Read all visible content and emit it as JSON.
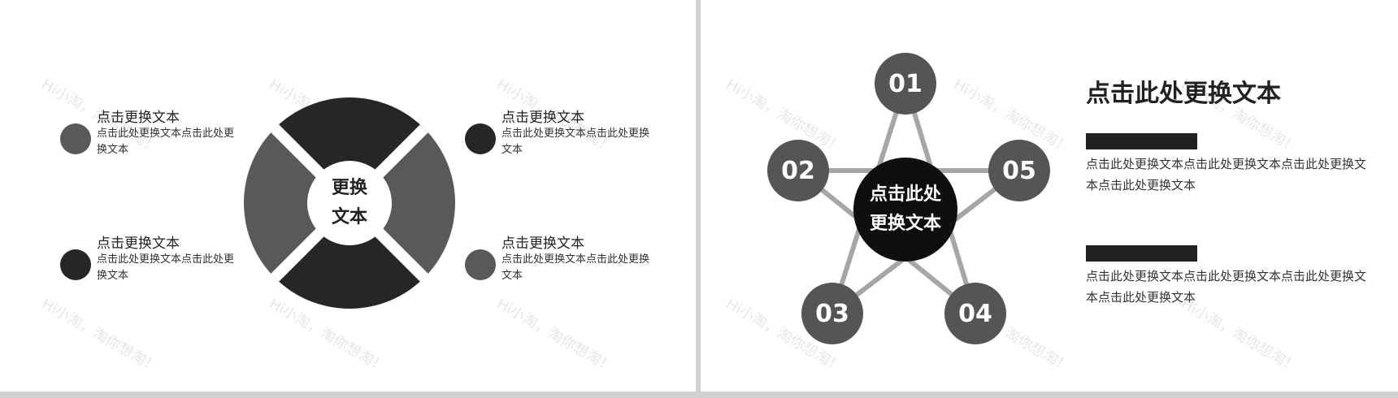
{
  "left_slide": {
    "center_label_line1": "更换",
    "center_label_line2": "文本",
    "items": [
      {
        "title": "点击更换文本",
        "desc": "点击此处更换文本点击此处更换文本",
        "dot_color": "#595959"
      },
      {
        "title": "点击更换文本",
        "desc": "点击此处更换文本点击此处更换文本",
        "dot_color": "#262626"
      },
      {
        "title": "点击更换文本",
        "desc": "点击此处更换文本点击此处更换文本",
        "dot_color": "#262626"
      },
      {
        "title": "点击更换文本",
        "desc": "点击此处更换文本点击此处更换文本",
        "dot_color": "#595959"
      }
    ],
    "segment_colors": {
      "dark": "#262626",
      "gray": "#595959"
    }
  },
  "right_slide": {
    "hub_line1": "点击此处",
    "hub_line2": "更换文本",
    "nodes": [
      "01",
      "02",
      "03",
      "04",
      "05"
    ],
    "heading": "点击此处更换文本",
    "paragraphs": [
      "点击此处更换文本点击此处更换文本点击此处更换文本点击此处更换文本",
      "点击此处更换文本点击此处更换文本点击此处更换文本点击此处更换文本"
    ],
    "node_color": "#555555",
    "hub_color": "#0f0f0f",
    "line_color": "#a6a6a6"
  },
  "watermark": "Hi小淘，淘你想淘！"
}
